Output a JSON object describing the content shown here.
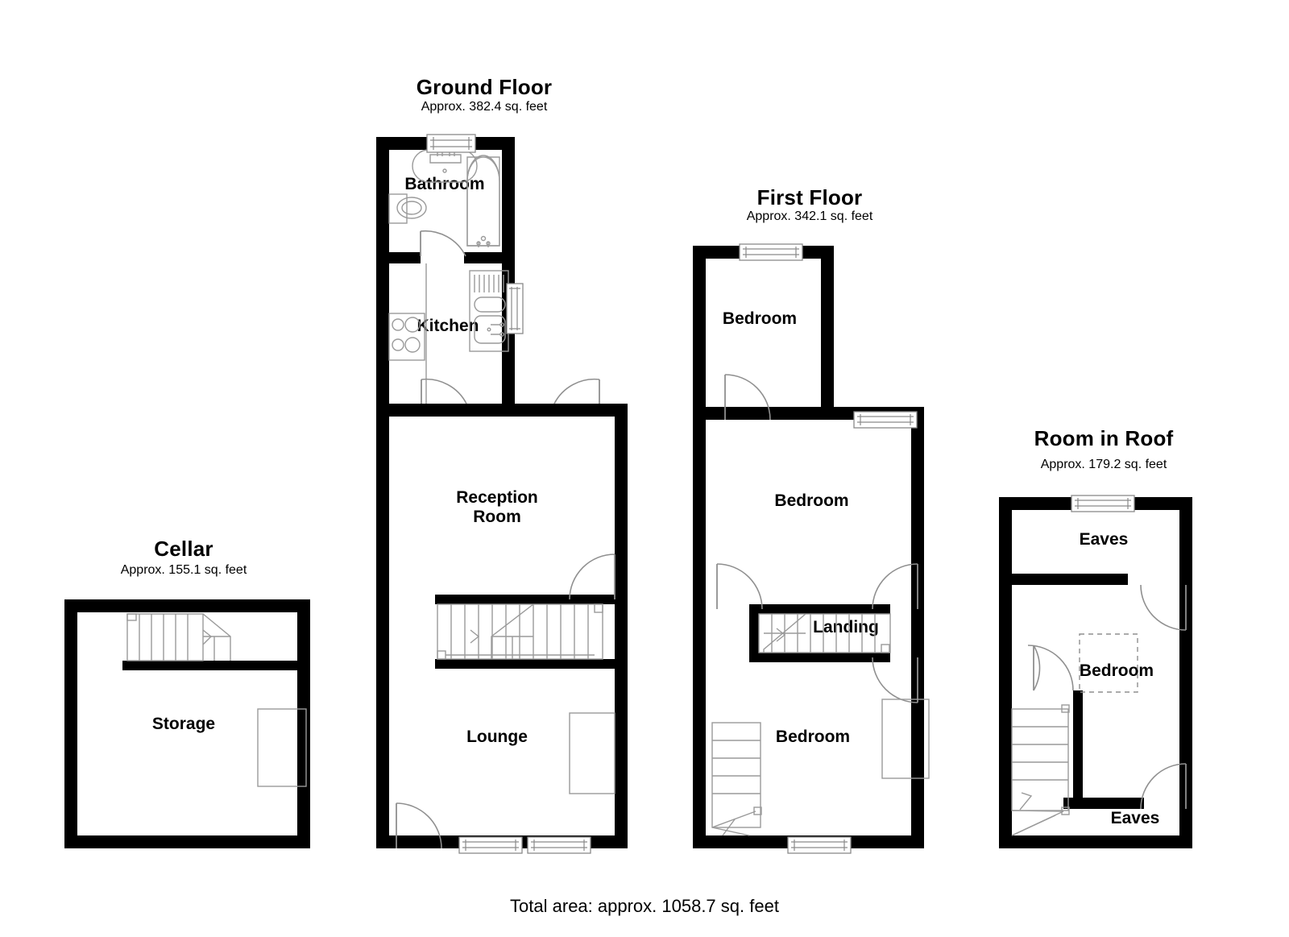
{
  "document": {
    "type": "floor-plan",
    "total_area_text": "Total area: approx. 1058.7 sq. feet"
  },
  "floors": [
    {
      "id": "cellar",
      "title": "Cellar",
      "subtitle": "Approx. 155.1 sq. feet",
      "rooms": [
        {
          "id": "storage",
          "label": "Storage"
        }
      ]
    },
    {
      "id": "ground-floor",
      "title": "Ground Floor",
      "subtitle": "Approx. 382.4 sq. feet",
      "rooms": [
        {
          "id": "bathroom",
          "label": "Bathroom"
        },
        {
          "id": "kitchen",
          "label": "Kitchen"
        },
        {
          "id": "reception-room",
          "label": "Reception\nRoom",
          "line1": "Reception",
          "line2": "Room"
        },
        {
          "id": "lounge",
          "label": "Lounge"
        }
      ]
    },
    {
      "id": "first-floor",
      "title": "First Floor",
      "subtitle": "Approx. 342.1 sq. feet",
      "rooms": [
        {
          "id": "bedroom-1",
          "label": "Bedroom"
        },
        {
          "id": "bedroom-2",
          "label": "Bedroom"
        },
        {
          "id": "landing",
          "label": "Landing"
        },
        {
          "id": "bedroom-3",
          "label": "Bedroom"
        }
      ]
    },
    {
      "id": "room-in-roof",
      "title": "Room in Roof",
      "subtitle": "Approx. 179.2 sq. feet",
      "rooms": [
        {
          "id": "eaves-top",
          "label": "Eaves"
        },
        {
          "id": "roof-bedroom",
          "label": "Bedroom"
        },
        {
          "id": "eaves-bottom",
          "label": "Eaves"
        }
      ]
    }
  ],
  "colors": {
    "wall": "#000000",
    "fixture_stroke": "#9a9a9a",
    "background": "#ffffff",
    "text": "#000000"
  }
}
